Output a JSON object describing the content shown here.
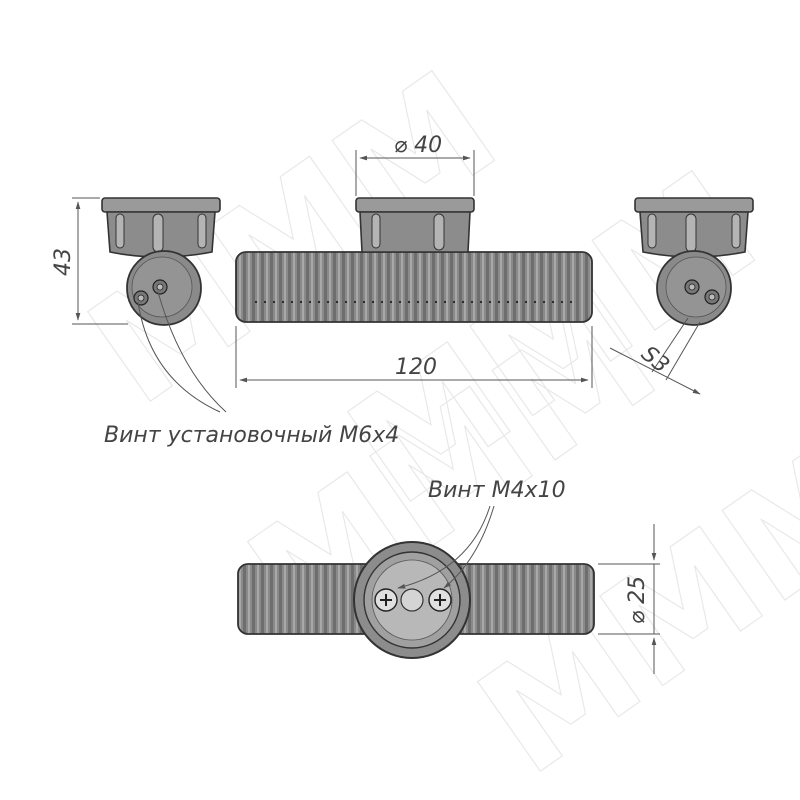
{
  "dimensions": {
    "diameter_top": "⌀ 40",
    "height": "43",
    "length": "120",
    "wrench": "S3",
    "diameter_bottom": "⌀ 25"
  },
  "labels": {
    "set_screw": "Винт установочный М6х4",
    "screw": "Винт М4х10"
  },
  "watermark": "MMM",
  "colors": {
    "outline": "#333333",
    "body_fill": "#8c8c8c",
    "cap_fill": "#9a9a9a",
    "dim_line": "#555555"
  }
}
